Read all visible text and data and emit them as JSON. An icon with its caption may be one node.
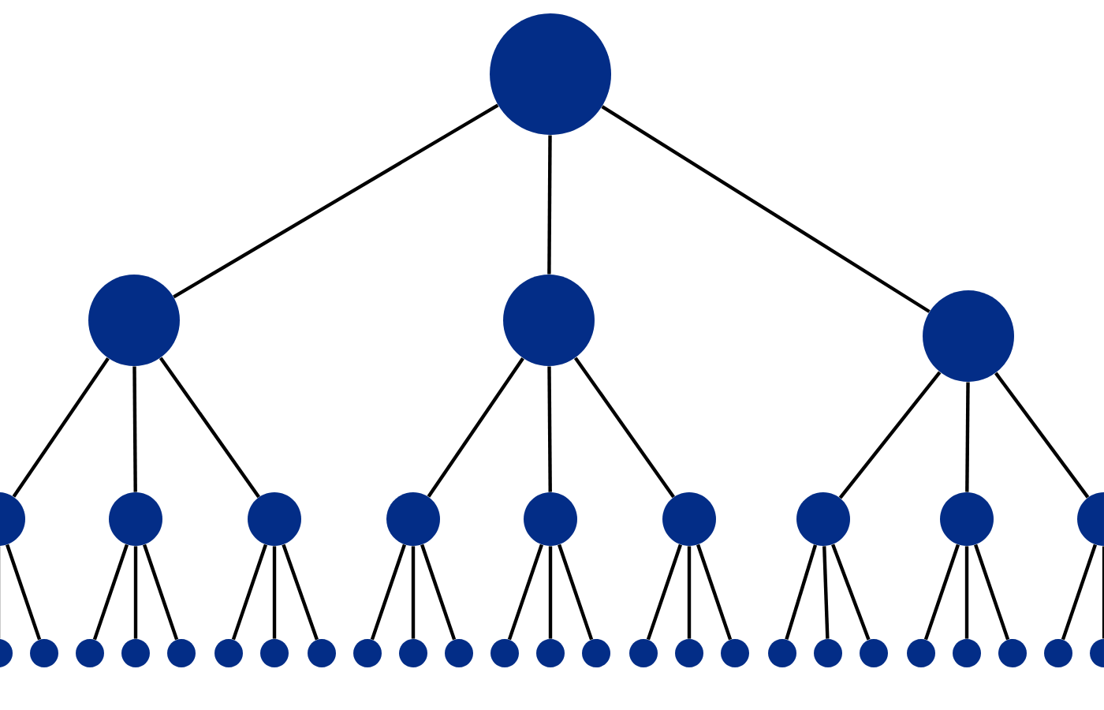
{
  "diagram": {
    "nodes": [
      {
        "text": [],
        "shape": "circle"
      },
      {
        "text": [],
        "shape": "circle"
      },
      {
        "text": [],
        "shape": "circle"
      },
      {
        "text": [],
        "shape": "circle"
      },
      {
        "text": [],
        "shape": "circle"
      },
      {
        "text": [],
        "shape": "circle"
      },
      {
        "text": [],
        "shape": "circle"
      },
      {
        "text": [],
        "shape": "circle"
      },
      {
        "text": [],
        "shape": "circle"
      },
      {
        "text": [],
        "shape": "circle"
      },
      {
        "text": [],
        "shape": "circle"
      },
      {
        "text": [],
        "shape": "circle"
      },
      {
        "text": [],
        "shape": "circle"
      },
      {
        "text": [],
        "shape": "circle"
      },
      {
        "text": [],
        "shape": "circle"
      },
      {
        "text": [],
        "shape": "circle"
      },
      {
        "text": [],
        "shape": "circle"
      },
      {
        "text": [],
        "shape": "circle"
      },
      {
        "text": [],
        "shape": "circle"
      },
      {
        "text": [],
        "shape": "circle"
      },
      {
        "text": [],
        "shape": "circle"
      },
      {
        "text": [],
        "shape": "circle"
      },
      {
        "text": [],
        "shape": "circle"
      },
      {
        "text": [],
        "shape": "circle"
      },
      {
        "text": [],
        "shape": "circle"
      },
      {
        "text": [],
        "shape": "circle"
      },
      {
        "text": [],
        "shape": "circle"
      },
      {
        "text": [],
        "shape": "circle"
      },
      {
        "text": [],
        "shape": "circle"
      },
      {
        "text": [],
        "shape": "circle"
      },
      {
        "text": [],
        "shape": "circle"
      },
      {
        "text": [],
        "shape": "circle"
      },
      {
        "text": [],
        "shape": "circle"
      },
      {
        "text": [],
        "shape": "circle"
      },
      {
        "text": [],
        "shape": "circle"
      },
      {
        "text": [],
        "shape": "circle"
      },
      {
        "text": [],
        "shape": "circle"
      },
      {
        "text": [],
        "shape": "circle"
      }
    ],
    "edges": [
      {
        "from": 0,
        "to": 1,
        "arrow": "none"
      },
      {
        "from": 0,
        "to": 2,
        "arrow": "none"
      },
      {
        "from": 0,
        "to": 3,
        "arrow": "none"
      },
      {
        "from": 1,
        "to": 4,
        "arrow": "none"
      },
      {
        "from": 1,
        "to": 5,
        "arrow": "none"
      },
      {
        "from": 1,
        "to": 6,
        "arrow": "none"
      },
      {
        "from": 2,
        "to": 7,
        "arrow": "none"
      },
      {
        "from": 2,
        "to": 8,
        "arrow": "none"
      },
      {
        "from": 2,
        "to": 9,
        "arrow": "none"
      },
      {
        "from": 3,
        "to": 10,
        "arrow": "none"
      },
      {
        "from": 3,
        "to": 11,
        "arrow": "none"
      },
      {
        "from": 3,
        "to": 12,
        "arrow": "none"
      },
      {
        "from": 4,
        "to": 13,
        "arrow": "none"
      },
      {
        "from": 4,
        "to": 14,
        "arrow": "none"
      },
      {
        "from": 5,
        "to": 15,
        "arrow": "none"
      },
      {
        "from": 5,
        "to": 16,
        "arrow": "none"
      },
      {
        "from": 5,
        "to": 17,
        "arrow": "none"
      },
      {
        "from": 6,
        "to": 18,
        "arrow": "none"
      },
      {
        "from": 6,
        "to": 19,
        "arrow": "none"
      },
      {
        "from": 6,
        "to": 20,
        "arrow": "none"
      },
      {
        "from": 7,
        "to": 21,
        "arrow": "none"
      },
      {
        "from": 7,
        "to": 22,
        "arrow": "none"
      },
      {
        "from": 7,
        "to": 23,
        "arrow": "none"
      },
      {
        "from": 8,
        "to": 24,
        "arrow": "none"
      },
      {
        "from": 8,
        "to": 25,
        "arrow": "none"
      },
      {
        "from": 8,
        "to": 26,
        "arrow": "none"
      },
      {
        "from": 9,
        "to": 27,
        "arrow": "none"
      },
      {
        "from": 9,
        "to": 28,
        "arrow": "none"
      },
      {
        "from": 9,
        "to": 29,
        "arrow": "none"
      },
      {
        "from": 10,
        "to": 30,
        "arrow": "none"
      },
      {
        "from": 10,
        "to": 31,
        "arrow": "none"
      },
      {
        "from": 10,
        "to": 32,
        "arrow": "none"
      },
      {
        "from": 11,
        "to": 33,
        "arrow": "none"
      },
      {
        "from": 11,
        "to": 34,
        "arrow": "none"
      },
      {
        "from": 11,
        "to": 35,
        "arrow": "none"
      },
      {
        "from": 12,
        "to": 36,
        "arrow": "none"
      },
      {
        "from": 12,
        "to": 37,
        "arrow": "none"
      }
    ]
  }
}
